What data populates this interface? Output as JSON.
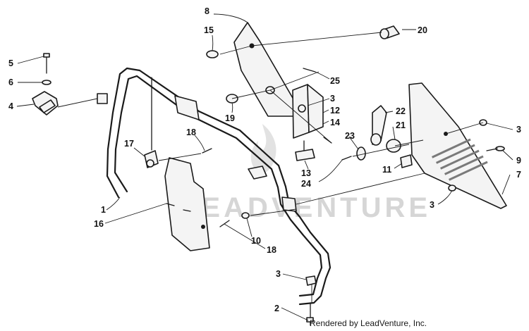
{
  "watermark": {
    "text": "LEADVENTURE",
    "logo_icon": "flame-icon",
    "color": "#d6d6d6"
  },
  "credit": "Rendered by LeadVenture, Inc.",
  "callouts": [
    "8",
    "15",
    "20",
    "5",
    "6",
    "4",
    "25",
    "3",
    "19",
    "12",
    "22",
    "14",
    "21",
    "23",
    "17",
    "18",
    "11",
    "13",
    "24",
    "9",
    "7",
    "1",
    "16",
    "10",
    "18",
    "3",
    "2",
    "3",
    "3"
  ]
}
